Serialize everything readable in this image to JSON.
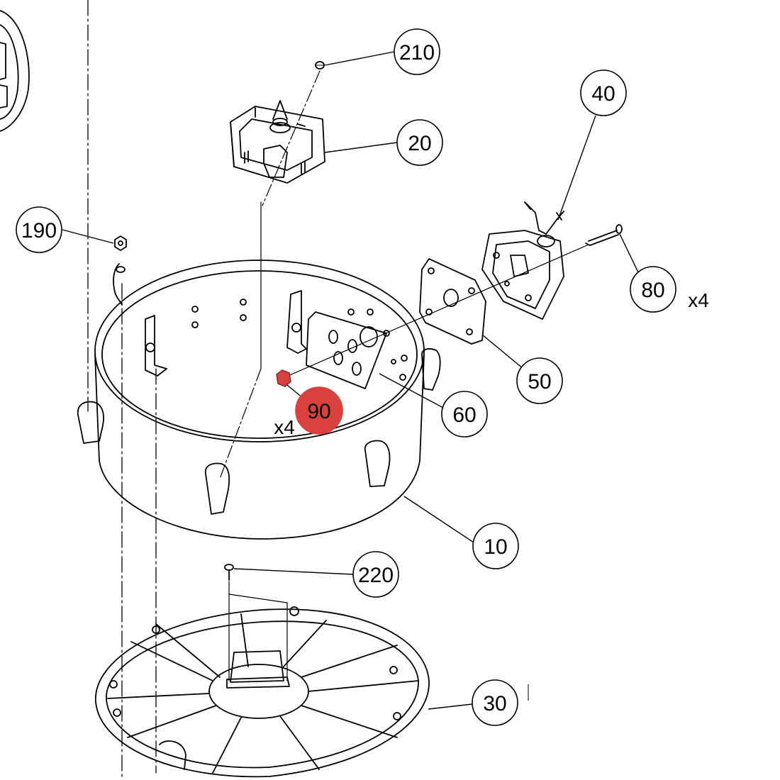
{
  "diagram": {
    "highlight_color": "#d9413f",
    "line_color": "#000000",
    "callouts": [
      {
        "id": "210",
        "label": "210",
        "highlighted": false
      },
      {
        "id": "20",
        "label": "20",
        "highlighted": false
      },
      {
        "id": "40",
        "label": "40",
        "highlighted": false
      },
      {
        "id": "190",
        "label": "190",
        "highlighted": false
      },
      {
        "id": "80",
        "label": "80",
        "highlighted": false
      },
      {
        "id": "50",
        "label": "50",
        "highlighted": false
      },
      {
        "id": "60",
        "label": "60",
        "highlighted": false
      },
      {
        "id": "90",
        "label": "90",
        "highlighted": true
      },
      {
        "id": "10",
        "label": "10",
        "highlighted": false
      },
      {
        "id": "220",
        "label": "220",
        "highlighted": false
      },
      {
        "id": "30",
        "label": "30",
        "highlighted": false
      }
    ],
    "multipliers": {
      "m80": "x4",
      "m90": "x4"
    }
  }
}
